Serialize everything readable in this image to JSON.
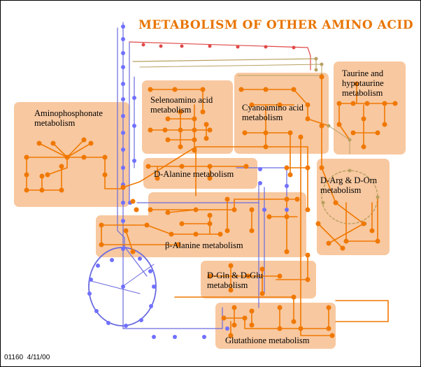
{
  "title": "METABOLISM OF OTHER AMINO ACID",
  "map_id": "01160",
  "date": "4/11/00",
  "colors": {
    "box_fill": "#f8c8a0",
    "pathway_line": "#f07800",
    "pathway_node": "#f07800",
    "other_map_line": "#6a6ae0",
    "other_node": "#7070ff",
    "title_color": "#e87400",
    "red_line": "#e04848",
    "olive_line": "#b8a060"
  },
  "pathways": [
    {
      "id": "aminophosphonate",
      "label": "Aminophosphonate\nmetabolism"
    },
    {
      "id": "selenoamino-acid",
      "label": "Selenoamino acid\nmetabolism"
    },
    {
      "id": "cyanoamino-acid",
      "label": "Cyanoamino acid\nmetabolism"
    },
    {
      "id": "taurine-hypotaurine",
      "label": "Taurine and\nhypotaurine\nmetabolism"
    },
    {
      "id": "d-alanine",
      "label": "D-Alanine metabolism"
    },
    {
      "id": "d-arg-d-orn",
      "label": "D-Arg & D-Orn\nmetabolism"
    },
    {
      "id": "beta-alanine",
      "label": "β-Alanine metabolism"
    },
    {
      "id": "d-gln-d-glu",
      "label": "D-Gln & D-Glu\nmetabolism"
    },
    {
      "id": "glutathione",
      "label": "Glutathione metabolism"
    }
  ]
}
